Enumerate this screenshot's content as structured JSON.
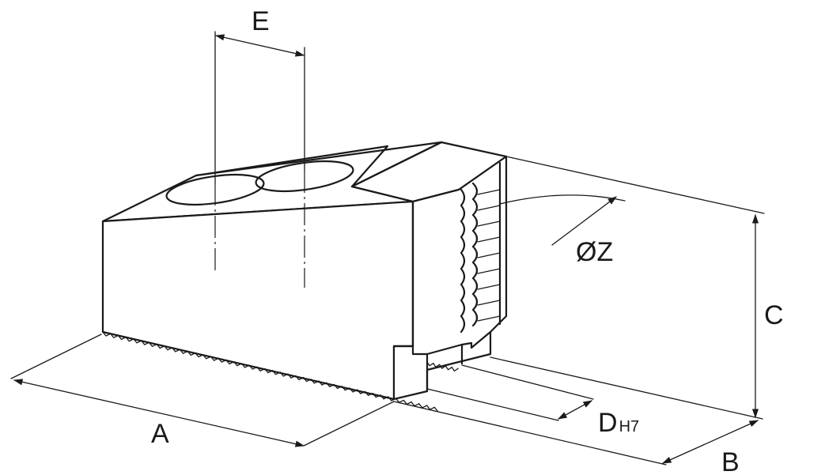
{
  "labels": {
    "a": "A",
    "b": "B",
    "c": "C",
    "d": "D",
    "d_sub": "H7",
    "e": "E",
    "z": "Z",
    "diameter_symbol": "Ø"
  },
  "colors": {
    "line": "#1a1a1a",
    "background": "#ffffff"
  }
}
